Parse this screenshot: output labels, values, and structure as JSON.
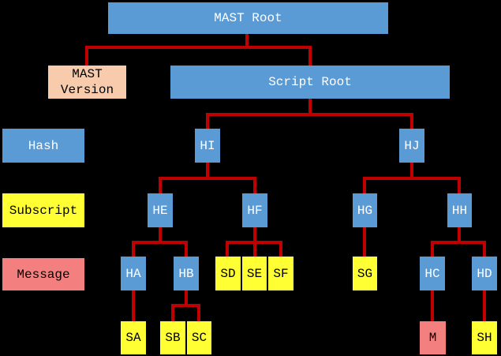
{
  "diagram": {
    "description": "MAST tree structure diagram",
    "background_color": "#000000",
    "connector_color": "#c00000",
    "node_types": {
      "hash": {
        "fill": "#5b9bd5",
        "text_color": "#ffffff"
      },
      "subscript": {
        "fill": "#ffff33",
        "text_color": "#000000"
      },
      "message": {
        "fill": "#f47f7f",
        "text_color": "#000000"
      },
      "version": {
        "fill": "#f8cbad",
        "text_color": "#000000"
      }
    },
    "legend": {
      "hash": "Hash",
      "subscript": "Subscript",
      "message": "Message"
    },
    "nodes": {
      "mast_root": {
        "label": "MAST Root",
        "type": "hash"
      },
      "mast_version": {
        "label": "MAST Version",
        "type": "version"
      },
      "script_root": {
        "label": "Script Root",
        "type": "hash"
      },
      "hi": {
        "label": "HI",
        "type": "hash"
      },
      "hj": {
        "label": "HJ",
        "type": "hash"
      },
      "he": {
        "label": "HE",
        "type": "hash"
      },
      "hf": {
        "label": "HF",
        "type": "hash"
      },
      "hg": {
        "label": "HG",
        "type": "hash"
      },
      "hh": {
        "label": "HH",
        "type": "hash"
      },
      "ha": {
        "label": "HA",
        "type": "hash"
      },
      "hb": {
        "label": "HB",
        "type": "hash"
      },
      "hc": {
        "label": "HC",
        "type": "hash"
      },
      "hd": {
        "label": "HD",
        "type": "hash"
      },
      "sa": {
        "label": "SA",
        "type": "subscript"
      },
      "sb": {
        "label": "SB",
        "type": "subscript"
      },
      "sc": {
        "label": "SC",
        "type": "subscript"
      },
      "sd": {
        "label": "SD",
        "type": "subscript"
      },
      "se": {
        "label": "SE",
        "type": "subscript"
      },
      "sf": {
        "label": "SF",
        "type": "subscript"
      },
      "sg": {
        "label": "SG",
        "type": "subscript"
      },
      "sh": {
        "label": "SH",
        "type": "subscript"
      },
      "m": {
        "label": "M",
        "type": "message"
      }
    },
    "edges": [
      [
        "mast_root",
        "mast_version"
      ],
      [
        "mast_root",
        "script_root"
      ],
      [
        "script_root",
        "hi"
      ],
      [
        "script_root",
        "hj"
      ],
      [
        "hi",
        "he"
      ],
      [
        "hi",
        "hf"
      ],
      [
        "hj",
        "hg"
      ],
      [
        "hj",
        "hh"
      ],
      [
        "he",
        "ha"
      ],
      [
        "he",
        "hb"
      ],
      [
        "hf",
        "sd"
      ],
      [
        "hf",
        "se"
      ],
      [
        "hf",
        "sf"
      ],
      [
        "hg",
        "sg"
      ],
      [
        "hh",
        "hc"
      ],
      [
        "hh",
        "hd"
      ],
      [
        "ha",
        "sa"
      ],
      [
        "hb",
        "sb"
      ],
      [
        "hb",
        "sc"
      ],
      [
        "hc",
        "m"
      ],
      [
        "hd",
        "sh"
      ]
    ]
  }
}
